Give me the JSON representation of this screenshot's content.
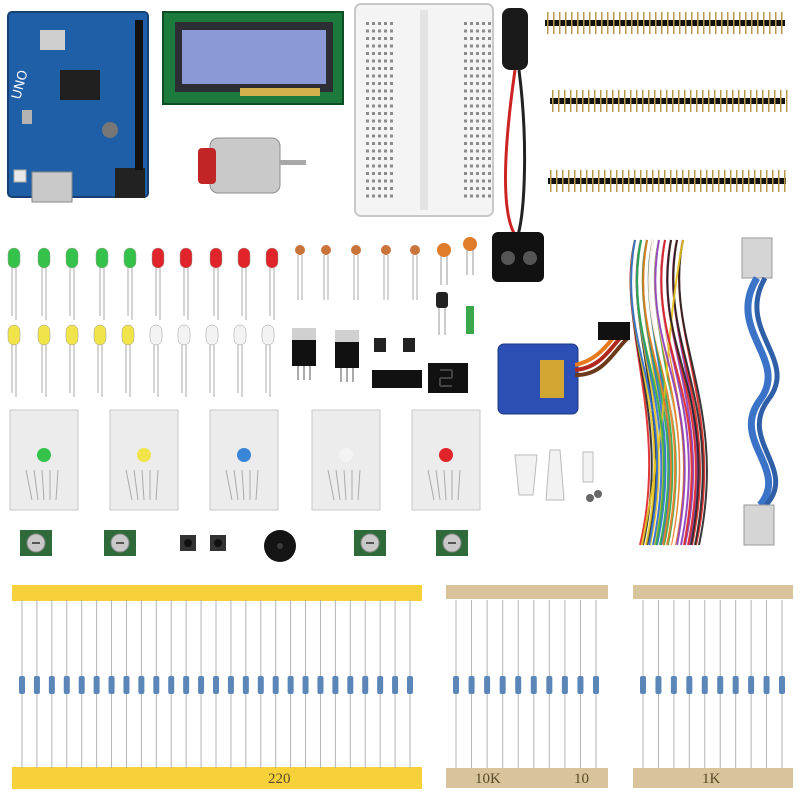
{
  "board": {
    "label": "UNO",
    "color": "#1f5fa8"
  },
  "resistor_strips": [
    {
      "value_label": "220"
    },
    {
      "value_label": "10K",
      "value_label_2": "10"
    },
    {
      "value_label": "1K"
    }
  ],
  "colors": {
    "tape_yellow": "#f6d13a",
    "tape_tan": "#d8c39a",
    "led_green": "#35c24a",
    "led_red": "#e0242a",
    "led_yellow": "#f1e44a",
    "wire_blue": "#3a73c8"
  }
}
